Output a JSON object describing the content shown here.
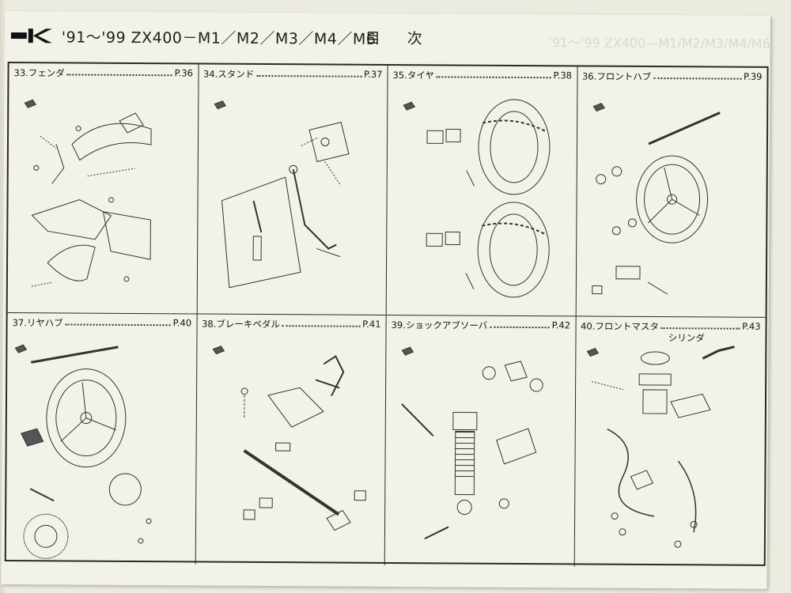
{
  "header": {
    "title": "'91～'99 ZX400－M1／M2／M3／M4／M6",
    "index_label": "目 次",
    "ghost_text": "'91～'99 ZX400—M1/M2/M3/M4/M6"
  },
  "sections": [
    {
      "title": "33.フェンダ",
      "page": "P.36"
    },
    {
      "title": "34.スタンド",
      "page": "P.37"
    },
    {
      "title": "35.タイヤ",
      "page": "P.38"
    },
    {
      "title": "36.フロントハブ",
      "page": "P.39"
    },
    {
      "title": "37.リヤハブ",
      "page": "P.40"
    },
    {
      "title": "38.ブレーキペダル",
      "page": "P.41"
    },
    {
      "title": "39.ショックアブソーバ",
      "page": "P.42"
    },
    {
      "title": "40.フロントマスタ",
      "subtitle": "シリンダ",
      "page": "P.43"
    }
  ]
}
